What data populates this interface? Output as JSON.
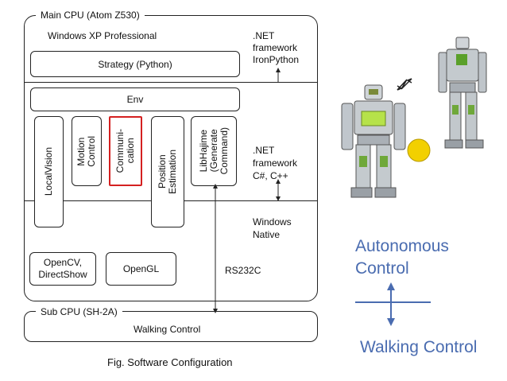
{
  "main_cpu": {
    "title": "Main CPU (Atom Z530)",
    "os": "Windows XP Professional",
    "strategy": "Strategy (Python)",
    "env": "Env",
    "modules": [
      "LocalVision",
      "Motion\nControl",
      "Communi-\ncation",
      "Position\nEstimation",
      "LibHajime\n(Generate\nCommand)"
    ],
    "libs": [
      "OpenCV,\nDirectShow",
      "OpenGL"
    ],
    "highlight_color": "#d42020"
  },
  "layers": {
    "net_ironpython": ".NET\nframework\nIronPython",
    "net_csharp": ".NET\nframework\nC#, C++",
    "windows_native": "Windows\nNative",
    "link": "RS232C"
  },
  "sub_cpu": {
    "title": "Sub CPU (SH-2A)",
    "walking": "Walking Control"
  },
  "caption": "Fig. Software Configuration",
  "right": {
    "autonomous": "Autonomous\nControl",
    "walking": "Walking Control",
    "accent": "#4a6cb0",
    "ball_color": "#f2d000"
  }
}
